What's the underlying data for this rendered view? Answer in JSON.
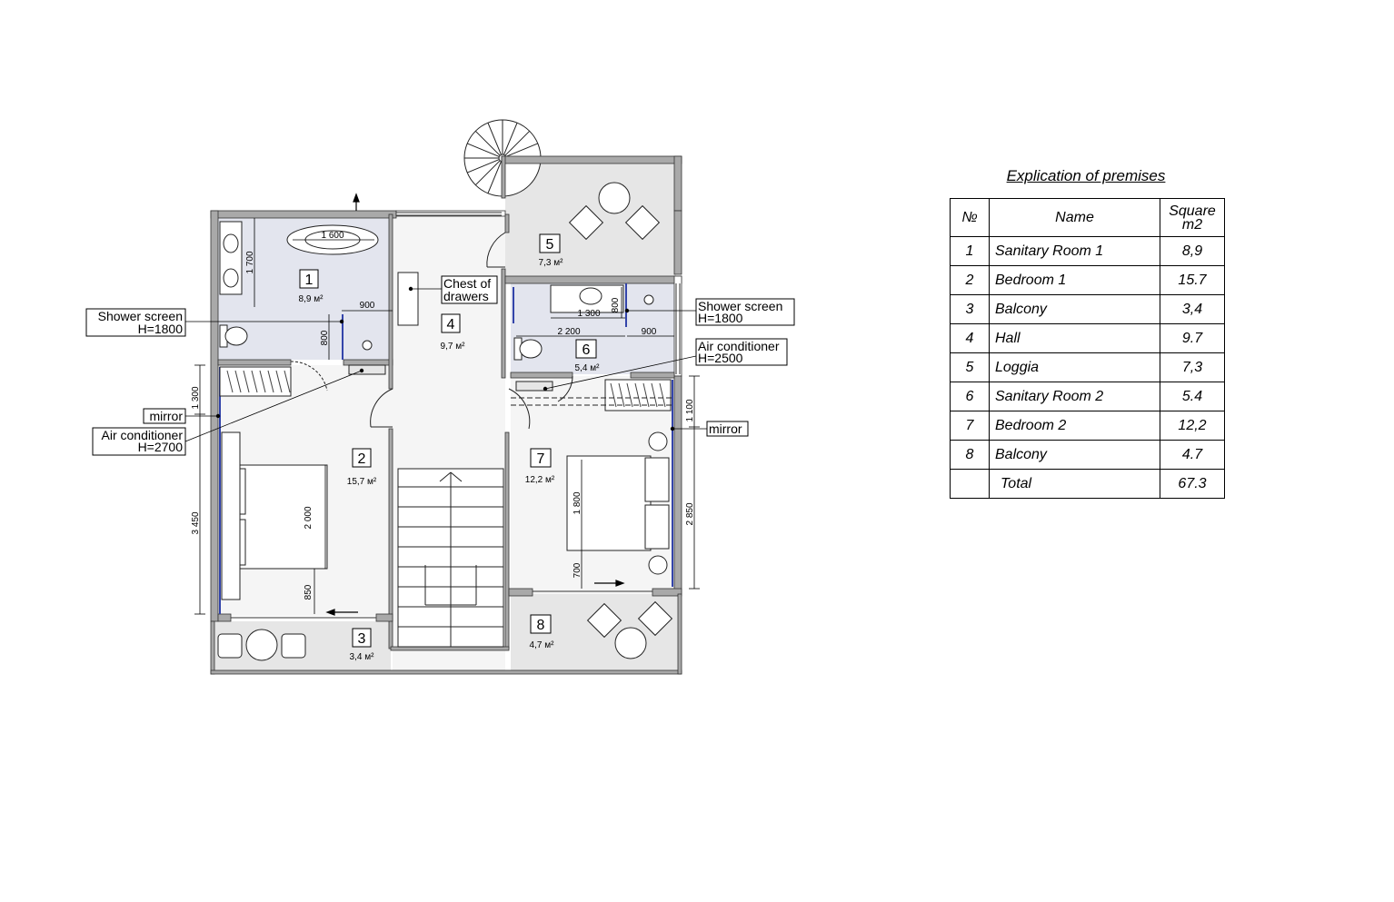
{
  "rooms": [
    {
      "num": "1",
      "area": "8,9 м²"
    },
    {
      "num": "2",
      "area": "15,7 м²"
    },
    {
      "num": "3",
      "area": "3,4 м²"
    },
    {
      "num": "4",
      "area": "9,7 м²"
    },
    {
      "num": "5",
      "area": "7,3 м²"
    },
    {
      "num": "6",
      "area": "5,4 м²"
    },
    {
      "num": "7",
      "area": "12,2 м²"
    },
    {
      "num": "8",
      "area": "4,7 м²"
    }
  ],
  "callouts": {
    "shower_screen_left": [
      "Shower screen",
      "H=1800"
    ],
    "shower_screen_right": [
      "Shower screen",
      "H=1800"
    ],
    "mirror_left": "mirror",
    "mirror_right": "mirror",
    "air_conditioner_left": [
      "Air conditioner",
      "H=2700"
    ],
    "air_conditioner_right": [
      "Air conditioner",
      "H=2500"
    ],
    "chest_of_drawers": [
      "Chest of",
      "drawers"
    ]
  },
  "dimensions": {
    "bath_length": "1 600",
    "bath_room_height": "1 700",
    "shower1_width": "900",
    "shower1_depth": "800",
    "bed1_length": "2 000",
    "bed1_clearance": "850",
    "left_wall_upper": "1 300",
    "left_wall_lower": "3 450",
    "sink2_width": "1 300",
    "shower2_depth": "800",
    "bath2_width": "2 200",
    "shower2_width": "900",
    "bed2_length": "1 800",
    "bed2_clearance": "700",
    "right_wall_upper": "1 100",
    "right_wall_lower": "2 850"
  },
  "explication": {
    "title": "Explication of premises",
    "headers": {
      "no": "№",
      "name": "Name",
      "square": [
        "Square",
        "m2"
      ]
    },
    "rows": [
      {
        "no": "1",
        "name": "Sanitary Room 1",
        "square": "8,9"
      },
      {
        "no": "2",
        "name": "Bedroom 1",
        "square": "15.7"
      },
      {
        "no": "3",
        "name": "Balcony",
        "square": "3,4"
      },
      {
        "no": "4",
        "name": "Hall",
        "square": "9.7"
      },
      {
        "no": "5",
        "name": "Loggia",
        "square": "7,3"
      },
      {
        "no": "6",
        "name": "Sanitary Room 2",
        "square": "5.4"
      },
      {
        "no": "7",
        "name": "Bedroom 2",
        "square": "12,2"
      },
      {
        "no": "8",
        "name": "Balcony",
        "square": "4.7"
      }
    ],
    "total": {
      "name": "Total",
      "square": "67.3"
    }
  },
  "colors": {
    "wall": "#a9a9a9",
    "wet_zone": "#e3e5ee",
    "floor": "#f5f5f5",
    "outdoor": "#e6e6e6",
    "glass": "#3344aa"
  }
}
